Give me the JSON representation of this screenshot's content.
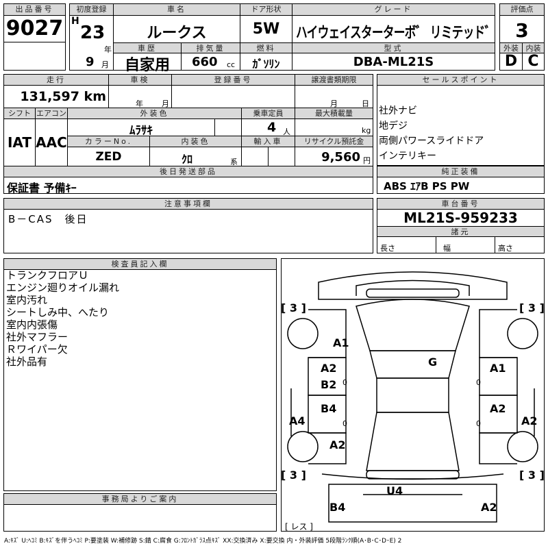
{
  "lot": {
    "label": "出品番号",
    "value": "9027"
  },
  "first_reg": {
    "label": "初度登録",
    "era": "H",
    "year": "23",
    "year_unit": "年",
    "month": "9",
    "month_unit": "月"
  },
  "car_name": {
    "label": "車名",
    "value": "ルークス"
  },
  "door": {
    "label": "ドア形状",
    "value": "5W"
  },
  "grade": {
    "label": "グレード",
    "value": "ハイウェイスターターボ゛ リミテッド゛"
  },
  "score": {
    "label": "評価点",
    "value": "3",
    "ext_label": "外装",
    "int_label": "内装",
    "ext": "D",
    "int": "C"
  },
  "history": {
    "label": "車歴",
    "value": "自家用"
  },
  "displacement": {
    "label": "排気量",
    "value": "660",
    "unit": "cc"
  },
  "fuel": {
    "label": "燃料",
    "value": "ｶﾞｿﾘﾝ"
  },
  "model": {
    "label": "型式",
    "value": "DBA-ML21S"
  },
  "mileage": {
    "label": "走行",
    "value": "131,597 km"
  },
  "inspection": {
    "label": "車検",
    "year_unit": "年",
    "month_unit": "月"
  },
  "reg_no": {
    "label": "登録番号"
  },
  "transfer": {
    "label": "譲渡書類期限",
    "month_unit": "月",
    "day_unit": "日"
  },
  "shift": {
    "label": "シフト",
    "value": "IAT"
  },
  "ac": {
    "label": "エアコン",
    "value": "AAC"
  },
  "ext_color": {
    "label": "外装色",
    "value": "ﾑﾗｻｷ"
  },
  "capacity": {
    "label": "乗車定員",
    "value": "4",
    "unit": "人"
  },
  "max_load": {
    "label": "最大積載量",
    "unit": "kg"
  },
  "color_no": {
    "label": "カラーNo.",
    "value": "ZED"
  },
  "int_color": {
    "label": "内装色",
    "value": "ｸﾛ",
    "unit": "系"
  },
  "import": {
    "label": "輸入車"
  },
  "recycle": {
    "label": "リサイクル預託金",
    "value": "9,560",
    "unit": "円"
  },
  "later_parts": {
    "label": "後日発送部品",
    "value": "保証書 予備ｷｰ"
  },
  "sales_points": {
    "label": "セールスポイント",
    "items": [
      "社外ナビ",
      "地デジ",
      "両側パワースライドドア",
      "インテリキー"
    ]
  },
  "equipment": {
    "label": "純正装備",
    "value": "ABS ｴｱB PS PW"
  },
  "notes": {
    "label": "注意事項欄",
    "value": "B－CAS　後日"
  },
  "chassis": {
    "label": "車台番号",
    "value": "ML21S-959233"
  },
  "dims": {
    "label": "諸元",
    "length": "長さ",
    "width": "幅",
    "height": "高さ"
  },
  "inspector": {
    "label": "検査員記入欄",
    "lines": [
      "トランクフロアＵ",
      "エンジン廻りオイル漏れ",
      "室内汚れ",
      "シートしみ中、へたり",
      "室内内張傷",
      "社外マフラー",
      "Ｒワイパー欠",
      "社外品有"
    ]
  },
  "office": {
    "label": "事務局よりご案内"
  },
  "diagram": {
    "marks": [
      "[ 3 ]",
      "[ 3 ]",
      "[ 3 ]",
      "[ 3 ]",
      "A1",
      "A2",
      "B2",
      "0",
      "G",
      "A1",
      "0",
      "B4",
      "A2",
      "0",
      "0",
      "A4",
      "A2",
      "A2",
      "U4",
      "B4",
      "A2",
      "[ レス ]"
    ]
  },
  "legend": "A:ｷｽﾞ U:ﾍｺﾐ B:ｷｽﾞを伴うﾍｺﾐ P:要塗装 W:補修跡 S:錆 C:腐食 G:ﾌﾛﾝﾄｶﾞﾗｽ点ｷｽﾞ XX:交換済み X:要交換 内・外装評価 5段階ﾗﾝｸ順(A･B･C･D･E) 2"
}
